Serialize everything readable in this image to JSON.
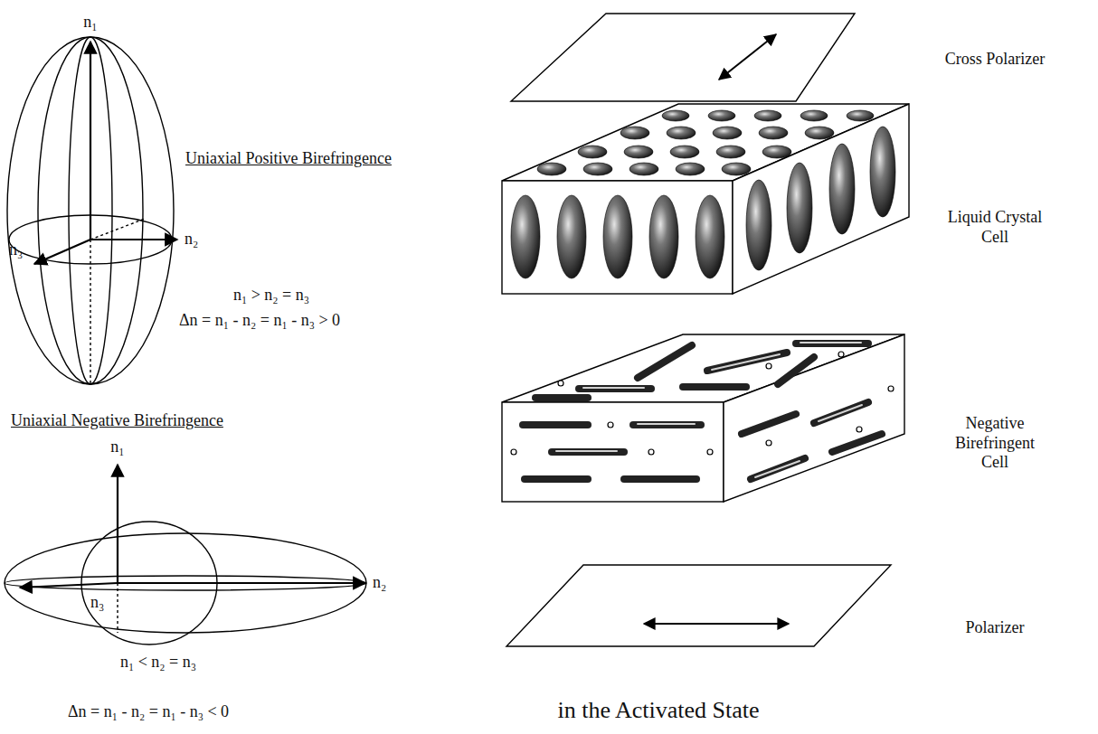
{
  "diagram": {
    "caption": "in the Activated State",
    "labels": [
      "n₁",
      "n₂",
      "n₃",
      "Uniaxial Positive Birefringence",
      "n₁ > n₂ = n₃",
      "Δn = n₁ - n₂ = n₁ - n₃ > 0",
      "Uniaxial Negative Birefringence",
      "n₁",
      "n₂",
      "n₃",
      "n₁ < n₂ = n₃",
      "Δn = n₁ - n₂ = n₁ - n₃ < 0",
      "Cross Polarizer",
      "Liquid Crystal Cell",
      "Negative Birefringent Cell",
      "Polarizer"
    ]
  }
}
